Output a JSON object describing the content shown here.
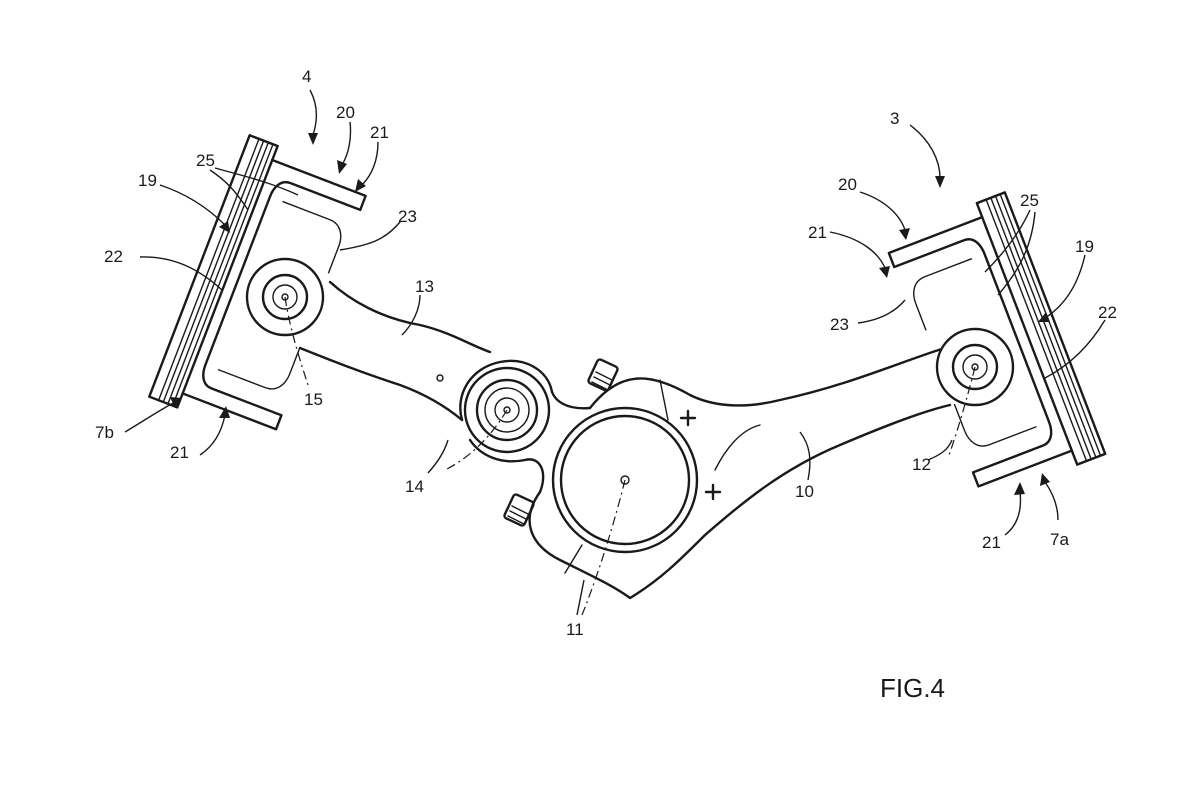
{
  "figure": {
    "caption": "FIG.4"
  },
  "labels": {
    "l4": "4",
    "l20_left": "20",
    "l21_left_top": "21",
    "l25_left": "25",
    "l19_left": "19",
    "l23_left": "23",
    "l22_left": "22",
    "l13": "13",
    "l15": "15",
    "l7b": "7b",
    "l21_left_bottom": "21",
    "l14": "14",
    "l11": "11",
    "l10": "10",
    "l3": "3",
    "l20_right": "20",
    "l21_right_top": "21",
    "l25_right": "25",
    "l19_right": "19",
    "l23_right": "23",
    "l22_right": "22",
    "l12": "12",
    "l21_right_bottom": "21",
    "l7a": "7a"
  }
}
